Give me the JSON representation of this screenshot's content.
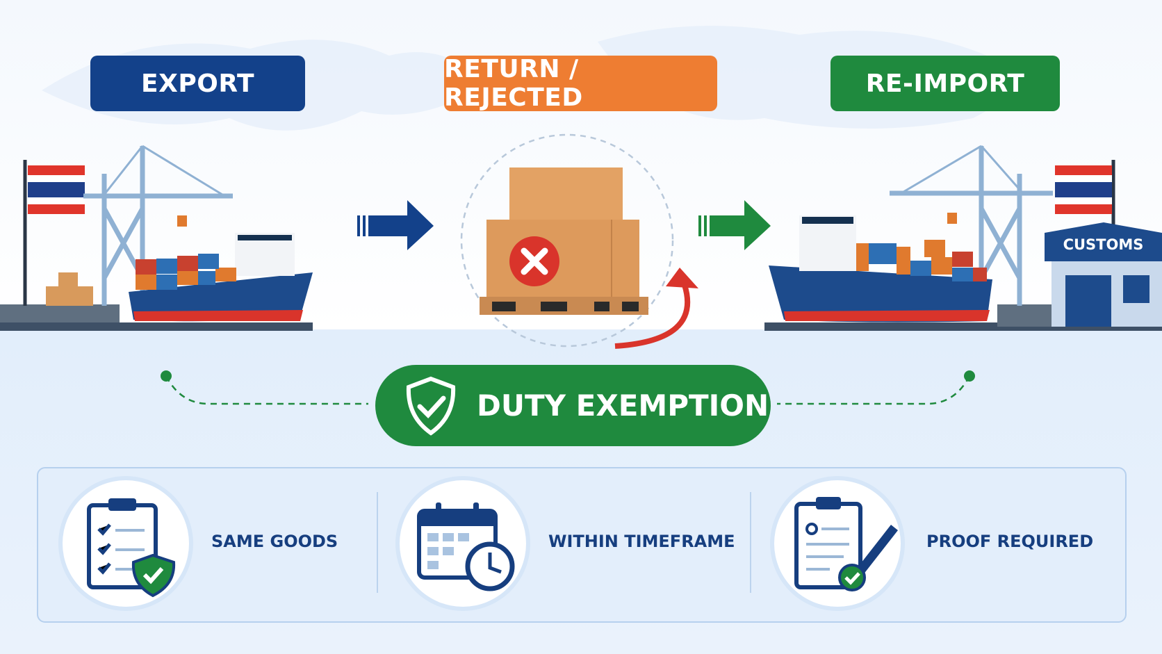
{
  "stages": [
    {
      "label": "EXPORT",
      "color": "#13418a"
    },
    {
      "label": "RETURN / REJECTED",
      "color": "#ee7d32"
    },
    {
      "label": "RE-IMPORT",
      "color": "#1f8a3e"
    }
  ],
  "customs_sign": "CUSTOMS",
  "duty_exemption": {
    "label": "DUTY EXEMPTION",
    "color": "#1f8a3e"
  },
  "conditions": [
    {
      "label": "SAME GOODS",
      "icon": "clipboard-shield-icon"
    },
    {
      "label": "WITHIN TIMEFRAME",
      "icon": "calendar-clock-icon"
    },
    {
      "label": "PROOF REQUIRED",
      "icon": "document-pen-icon"
    }
  ],
  "colors": {
    "navy": "#13418a",
    "orange": "#ee7d32",
    "green": "#1f8a3e",
    "red": "#d9342b"
  }
}
